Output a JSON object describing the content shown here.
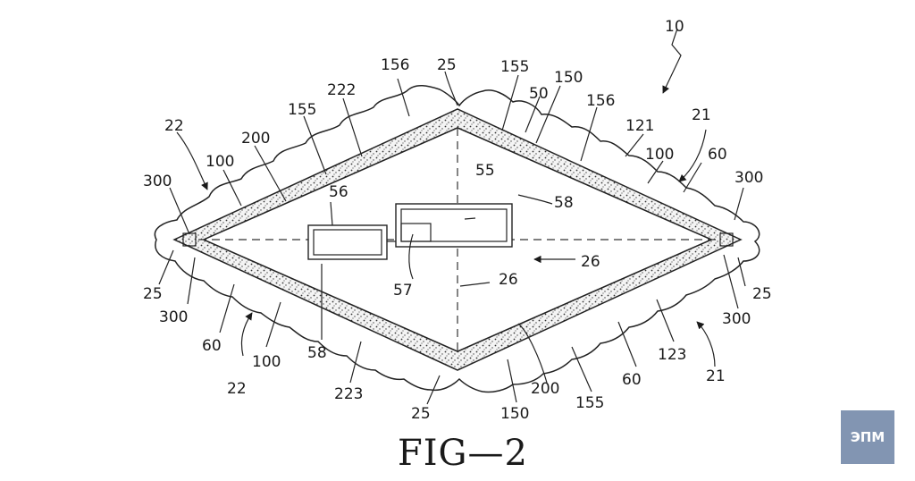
{
  "figure": {
    "caption": "FIG—2",
    "labels": {
      "l10": "10",
      "l22a": "22",
      "l156a": "156",
      "l25a": "25",
      "l155a": "155",
      "l150a": "150",
      "l222": "222",
      "l155b": "155",
      "l50": "50",
      "l156b": "156",
      "l200a": "200",
      "l121": "121",
      "l21a": "21",
      "l100a": "100",
      "l100b": "100",
      "l60a": "60",
      "l300a": "300",
      "l300b": "300",
      "l56": "56",
      "l55": "55",
      "l58a": "58",
      "l26a": "26",
      "l26b": "26",
      "l57": "57",
      "l25b": "25",
      "l25c": "25",
      "l300c": "300",
      "l300d": "300",
      "l60b": "60",
      "l100c": "100",
      "l58b": "58",
      "l123": "123",
      "l21b": "21",
      "l22b": "22",
      "l223": "223",
      "l200b": "200",
      "l60c": "60",
      "l155c": "155",
      "l150b": "150",
      "l25d": "25"
    }
  },
  "logo": {
    "text": "ЭПМ",
    "color": "#8295b2"
  }
}
